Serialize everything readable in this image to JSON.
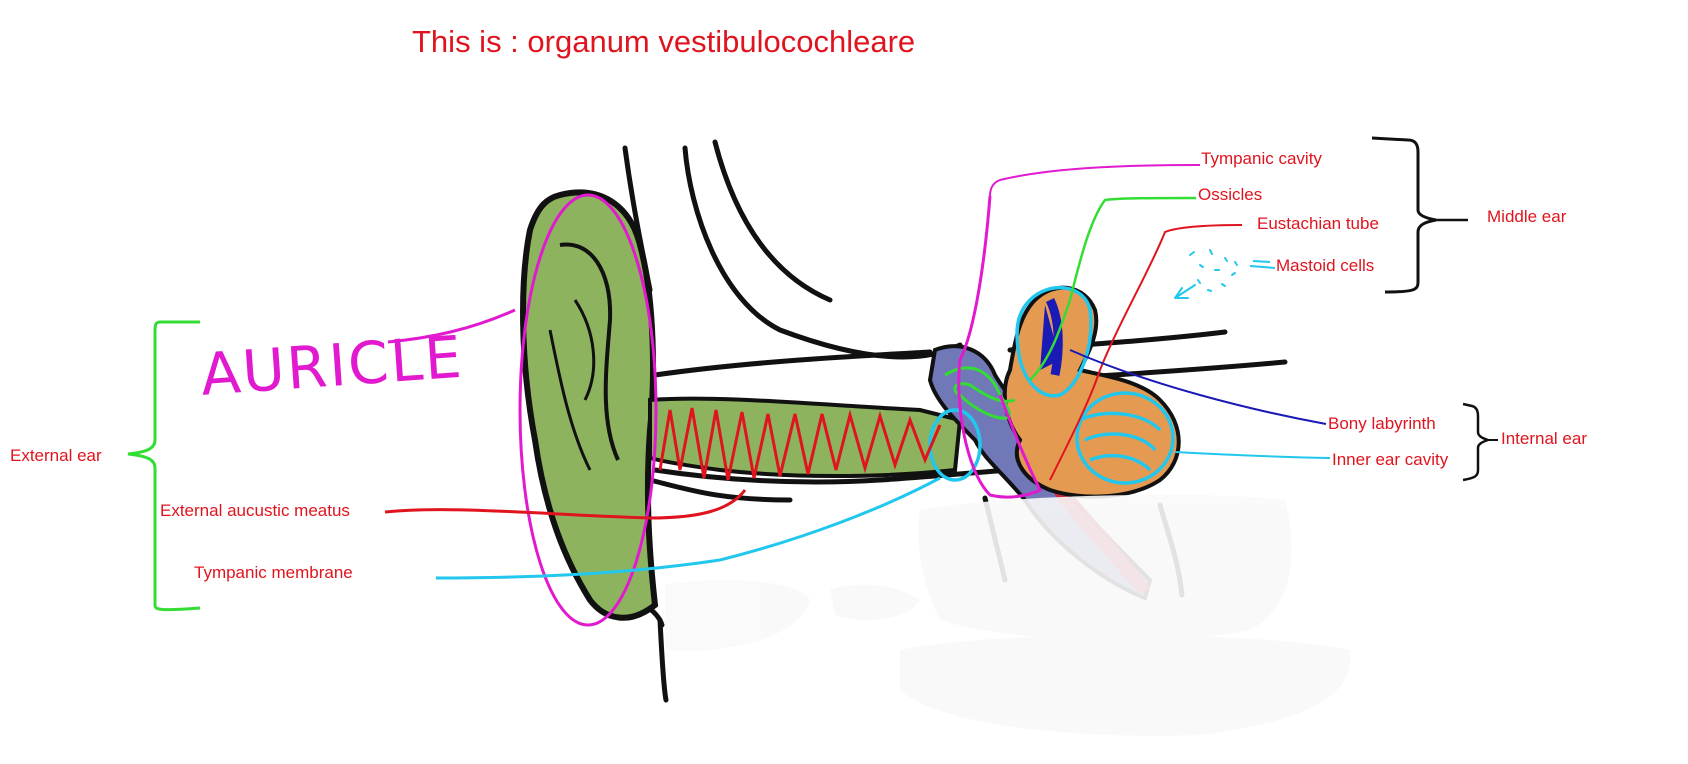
{
  "title": "This is : organum vestibulocochleare",
  "handwritten_label": "AURICLE",
  "labels": {
    "external_ear": "External ear",
    "external_acoustic_meatus": "External aucustic meatus",
    "tympanic_membrane": "Tympanic membrane",
    "tympanic_cavity": "Tympanic cavity",
    "ossicles": "Ossicles",
    "eustachian_tube": "Eustachian tube",
    "mastoid_cells": "Mastoid cells",
    "middle_ear": "Middle ear",
    "bony_labyrinth": "Bony labyrinth",
    "inner_ear_cavity": "Inner ear cavity",
    "internal_ear": "Internal ear"
  },
  "colors": {
    "label_text": "#e0141e",
    "auricle_outline": "#e11ad0",
    "external_bracket": "#33dd33",
    "ossicles_line": "#33dd33",
    "meatus_zigzag": "#e0141e",
    "tympanic_membrane_line": "#22c7ee",
    "bony_labyrinth_line": "#1a1ab5",
    "ear_green": "#8db35f",
    "labyrinth_orange": "#e59a52",
    "bone_purple": "#7078b8",
    "outline_black": "#111111"
  }
}
